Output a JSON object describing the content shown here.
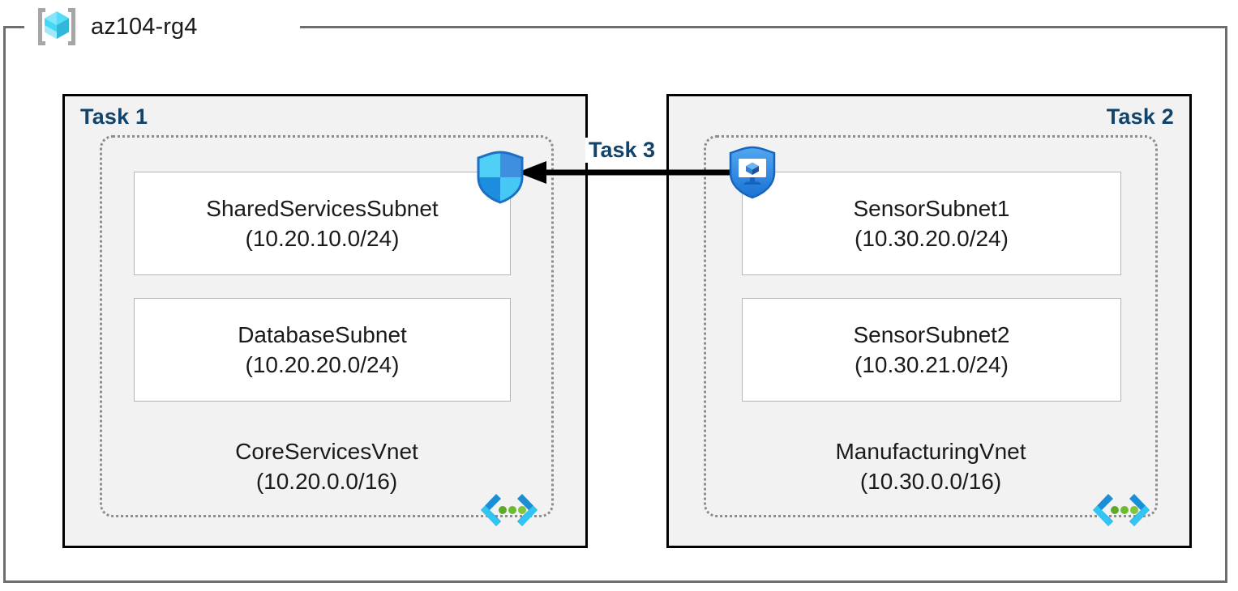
{
  "resource_group": {
    "name": "az104-rg4",
    "icon": "resource-group-cube-icon"
  },
  "diagram_data": {
    "type": "diagram",
    "title": "az104-rg4",
    "colors": {
      "task_label": "#12436b",
      "task_box_fill": "#f2f2f2",
      "task_box_border": "#000000",
      "vnet_border": "#8c8c8c",
      "subnet_fill": "#ffffff",
      "subnet_border": "#b5b5b5",
      "frame_border": "#6e6e6e",
      "arrow": "#000000"
    }
  },
  "tasks": [
    {
      "label": "Task 1",
      "align": "left",
      "vnet": {
        "name": "CoreServicesVnet",
        "cidr": "(10.20.0.0/16)",
        "icon": "virtual-network-icon"
      },
      "subnets": [
        {
          "name": "SharedServicesSubnet",
          "cidr": "(10.20.10.0/24)"
        },
        {
          "name": "DatabaseSubnet",
          "cidr": "(10.20.20.0/24)"
        }
      ],
      "attached_icon": "network-security-group-shield-icon"
    },
    {
      "label": "Task 2",
      "align": "right",
      "vnet": {
        "name": "ManufacturingVnet",
        "cidr": "(10.30.0.0/16)",
        "icon": "virtual-network-icon"
      },
      "subnets": [
        {
          "name": "SensorSubnet1",
          "cidr": "(10.30.20.0/24)"
        },
        {
          "name": "SensorSubnet2",
          "cidr": "(10.30.21.0/24)"
        }
      ],
      "attached_icon": "network-watcher-shield-icon"
    }
  ],
  "connection": {
    "label": "Task 3",
    "direction": "right-to-left",
    "arrow_icon": "left-arrow-icon"
  }
}
